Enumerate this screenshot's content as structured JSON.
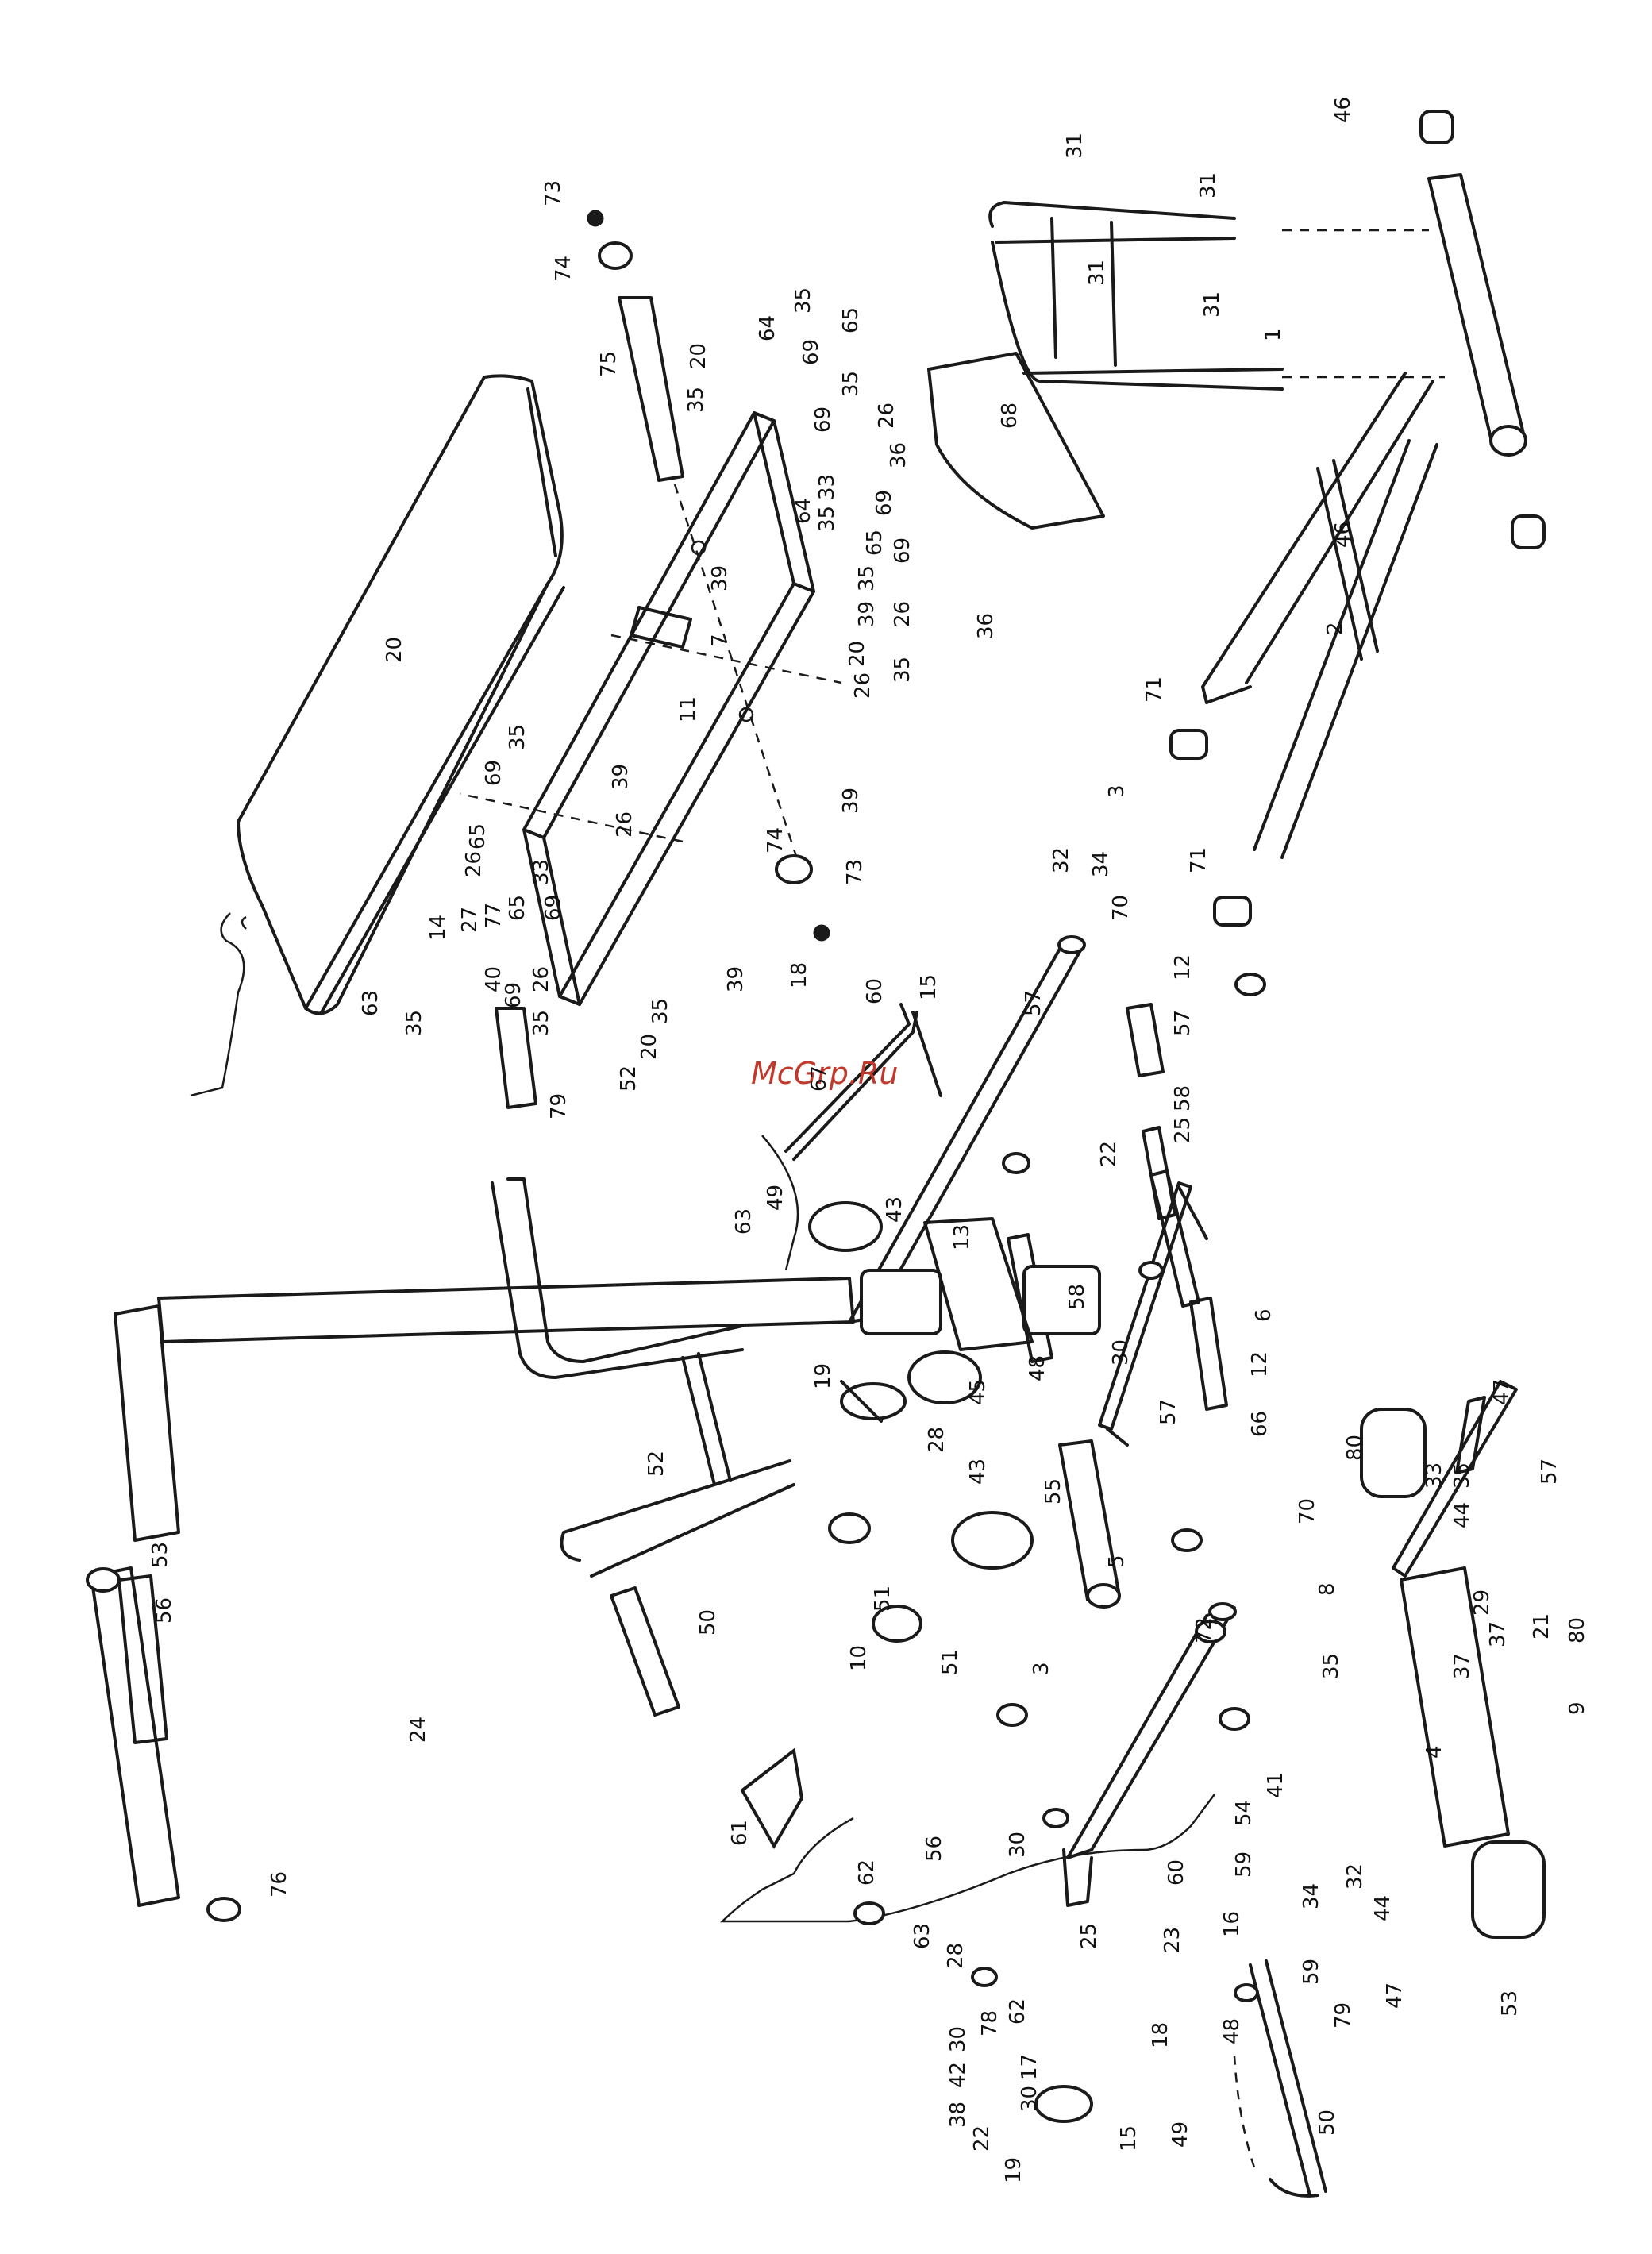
{
  "watermark": "McGrp.Ru",
  "callouts": [
    {
      "id": "c1",
      "text": "46"
    },
    {
      "id": "c2",
      "text": "31"
    },
    {
      "id": "c3",
      "text": "31"
    },
    {
      "id": "c4",
      "text": "31"
    },
    {
      "id": "c5",
      "text": "31"
    },
    {
      "id": "c6",
      "text": "1"
    },
    {
      "id": "c7",
      "text": "68"
    },
    {
      "id": "c8",
      "text": "36"
    },
    {
      "id": "c9",
      "text": "36"
    },
    {
      "id": "c10",
      "text": "46"
    },
    {
      "id": "c11",
      "text": "2"
    },
    {
      "id": "c12",
      "text": "71"
    },
    {
      "id": "c13",
      "text": "71"
    },
    {
      "id": "c14",
      "text": "73"
    },
    {
      "id": "c15",
      "text": "74"
    },
    {
      "id": "c16",
      "text": "75"
    },
    {
      "id": "c17",
      "text": "20"
    },
    {
      "id": "c18",
      "text": "35"
    },
    {
      "id": "c19",
      "text": "64"
    },
    {
      "id": "c20",
      "text": "35"
    },
    {
      "id": "c21",
      "text": "69"
    },
    {
      "id": "c22",
      "text": "65"
    },
    {
      "id": "c23",
      "text": "35"
    },
    {
      "id": "c24",
      "text": "26"
    },
    {
      "id": "c25",
      "text": "69"
    },
    {
      "id": "c26",
      "text": "33"
    },
    {
      "id": "c27",
      "text": "35"
    },
    {
      "id": "c28",
      "text": "64"
    },
    {
      "id": "c29",
      "text": "69"
    },
    {
      "id": "c30",
      "text": "65"
    },
    {
      "id": "c31",
      "text": "69"
    },
    {
      "id": "c32",
      "text": "35"
    },
    {
      "id": "c33",
      "text": "39"
    },
    {
      "id": "c34",
      "text": "26"
    },
    {
      "id": "c35",
      "text": "35"
    },
    {
      "id": "c36",
      "text": "20"
    },
    {
      "id": "c37",
      "text": "26"
    },
    {
      "id": "c38",
      "text": "39"
    },
    {
      "id": "c39",
      "text": "7"
    },
    {
      "id": "c40",
      "text": "11"
    },
    {
      "id": "c41",
      "text": "20"
    },
    {
      "id": "c42",
      "text": "35"
    },
    {
      "id": "c43",
      "text": "69"
    },
    {
      "id": "c44",
      "text": "65"
    },
    {
      "id": "c45",
      "text": "26"
    },
    {
      "id": "c46",
      "text": "39"
    },
    {
      "id": "c47",
      "text": "26"
    },
    {
      "id": "c48",
      "text": "39"
    },
    {
      "id": "c49",
      "text": "74"
    },
    {
      "id": "c50",
      "text": "73"
    },
    {
      "id": "c51",
      "text": "18"
    },
    {
      "id": "c52",
      "text": "14"
    },
    {
      "id": "c53",
      "text": "27"
    },
    {
      "id": "c54",
      "text": "77"
    },
    {
      "id": "c55",
      "text": "40"
    },
    {
      "id": "c56",
      "text": "63"
    },
    {
      "id": "c57",
      "text": "35"
    },
    {
      "id": "c58",
      "text": "33"
    },
    {
      "id": "c59",
      "text": "69"
    },
    {
      "id": "c60",
      "text": "65"
    },
    {
      "id": "c61",
      "text": "69"
    },
    {
      "id": "c62",
      "text": "35"
    },
    {
      "id": "c63",
      "text": "26"
    },
    {
      "id": "c64",
      "text": "39"
    },
    {
      "id": "c65",
      "text": "35"
    },
    {
      "id": "c66",
      "text": "20"
    },
    {
      "id": "c67",
      "text": "52"
    },
    {
      "id": "c68",
      "text": "79"
    },
    {
      "id": "c69",
      "text": "32"
    },
    {
      "id": "c70",
      "text": "34"
    },
    {
      "id": "c71",
      "text": "70"
    },
    {
      "id": "c72",
      "text": "3"
    },
    {
      "id": "c73",
      "text": "57"
    },
    {
      "id": "c74",
      "text": "12"
    },
    {
      "id": "c75",
      "text": "57"
    },
    {
      "id": "c76",
      "text": "58"
    },
    {
      "id": "c77",
      "text": "25"
    },
    {
      "id": "c78",
      "text": "15"
    },
    {
      "id": "c79",
      "text": "60"
    },
    {
      "id": "c80",
      "text": "67"
    },
    {
      "id": "c81",
      "text": "22"
    },
    {
      "id": "c82",
      "text": "63"
    },
    {
      "id": "c83",
      "text": "49"
    },
    {
      "id": "c84",
      "text": "43"
    },
    {
      "id": "c85",
      "text": "13"
    },
    {
      "id": "c86",
      "text": "58"
    },
    {
      "id": "c87",
      "text": "6"
    },
    {
      "id": "c88",
      "text": "30"
    },
    {
      "id": "c89",
      "text": "19"
    },
    {
      "id": "c90",
      "text": "48"
    },
    {
      "id": "c91",
      "text": "45"
    },
    {
      "id": "c92",
      "text": "57"
    },
    {
      "id": "c93",
      "text": "12"
    },
    {
      "id": "c94",
      "text": "66"
    },
    {
      "id": "c95",
      "text": "28"
    },
    {
      "id": "c96",
      "text": "43"
    },
    {
      "id": "c97",
      "text": "55"
    },
    {
      "id": "c98",
      "text": "5"
    },
    {
      "id": "c99",
      "text": "47"
    },
    {
      "id": "c100",
      "text": "80"
    },
    {
      "id": "c101",
      "text": "33"
    },
    {
      "id": "c102",
      "text": "35"
    },
    {
      "id": "c103",
      "text": "44"
    },
    {
      "id": "c104",
      "text": "57"
    },
    {
      "id": "c105",
      "text": "70"
    },
    {
      "id": "c106",
      "text": "8"
    },
    {
      "id": "c107",
      "text": "52"
    },
    {
      "id": "c108",
      "text": "50"
    },
    {
      "id": "c109",
      "text": "53"
    },
    {
      "id": "c110",
      "text": "56"
    },
    {
      "id": "c111",
      "text": "51"
    },
    {
      "id": "c112",
      "text": "10"
    },
    {
      "id": "c113",
      "text": "51"
    },
    {
      "id": "c114",
      "text": "3"
    },
    {
      "id": "c115",
      "text": "72"
    },
    {
      "id": "c116",
      "text": "35"
    },
    {
      "id": "c117",
      "text": "29"
    },
    {
      "id": "c118",
      "text": "37"
    },
    {
      "id": "c119",
      "text": "21"
    },
    {
      "id": "c120",
      "text": "80"
    },
    {
      "id": "c121",
      "text": "37"
    },
    {
      "id": "c122",
      "text": "9"
    },
    {
      "id": "c123",
      "text": "4"
    },
    {
      "id": "c124",
      "text": "24"
    },
    {
      "id": "c125",
      "text": "41"
    },
    {
      "id": "c126",
      "text": "54"
    },
    {
      "id": "c127",
      "text": "59"
    },
    {
      "id": "c128",
      "text": "34"
    },
    {
      "id": "c129",
      "text": "32"
    },
    {
      "id": "c130",
      "text": "44"
    },
    {
      "id": "c131",
      "text": "56"
    },
    {
      "id": "c132",
      "text": "30"
    },
    {
      "id": "c133",
      "text": "60"
    },
    {
      "id": "c134",
      "text": "16"
    },
    {
      "id": "c135",
      "text": "59"
    },
    {
      "id": "c136",
      "text": "79"
    },
    {
      "id": "c137",
      "text": "47"
    },
    {
      "id": "c138",
      "text": "53"
    },
    {
      "id": "c139",
      "text": "76"
    },
    {
      "id": "c140",
      "text": "61"
    },
    {
      "id": "c141",
      "text": "62"
    },
    {
      "id": "c142",
      "text": "63"
    },
    {
      "id": "c143",
      "text": "28"
    },
    {
      "id": "c144",
      "text": "25"
    },
    {
      "id": "c145",
      "text": "23"
    },
    {
      "id": "c146",
      "text": "48"
    },
    {
      "id": "c147",
      "text": "18"
    },
    {
      "id": "c148",
      "text": "30"
    },
    {
      "id": "c149",
      "text": "78"
    },
    {
      "id": "c150",
      "text": "62"
    },
    {
      "id": "c151",
      "text": "42"
    },
    {
      "id": "c152",
      "text": "38"
    },
    {
      "id": "c153",
      "text": "17"
    },
    {
      "id": "c154",
      "text": "30"
    },
    {
      "id": "c155",
      "text": "22"
    },
    {
      "id": "c156",
      "text": "19"
    },
    {
      "id": "c157",
      "text": "49"
    },
    {
      "id": "c158",
      "text": "15"
    },
    {
      "id": "c159",
      "text": "50"
    }
  ]
}
